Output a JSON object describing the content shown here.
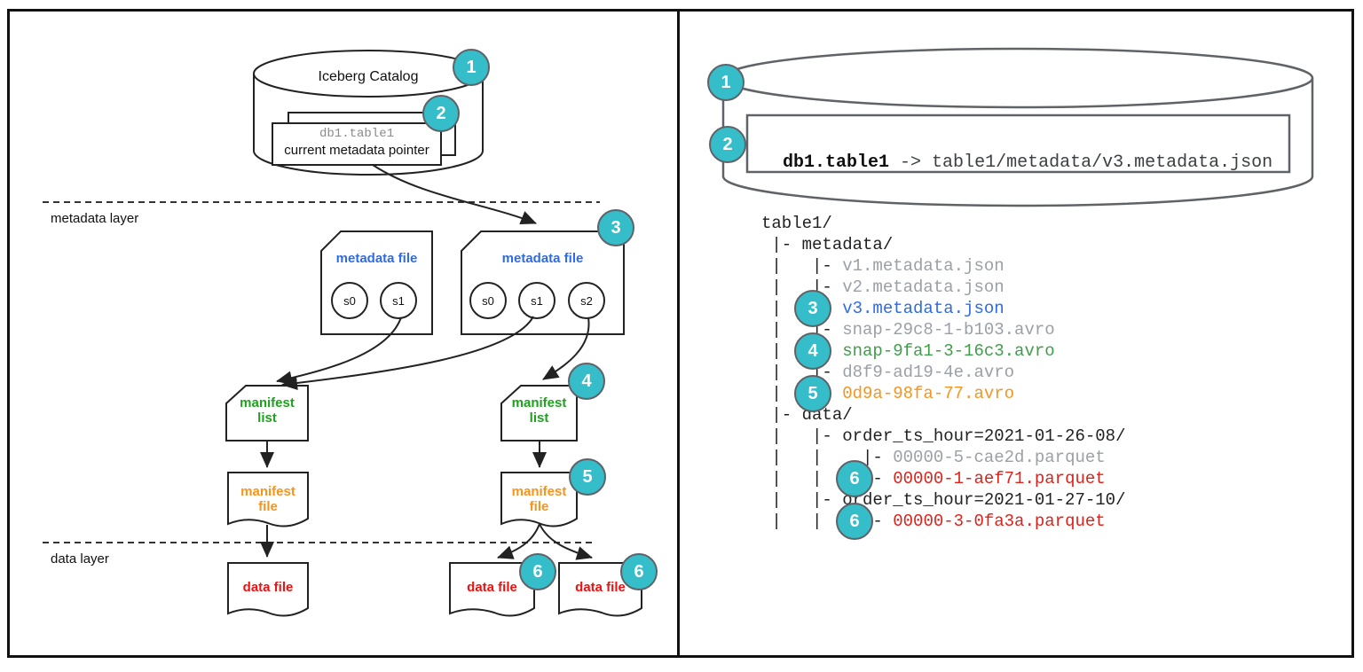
{
  "colors": {
    "badge": "#35bdc9",
    "blue": "#2e6be6",
    "green_label": "#1fa11f",
    "green_tree": "#3f9e4a",
    "orange": "#f7941d",
    "red_label": "#ee1111",
    "red_tree": "#e0211a",
    "gray_tree": "#9aa0a6",
    "gray_card": "#8a8a8a",
    "black": "#202124"
  },
  "left": {
    "catalog_label": "Iceberg Catalog",
    "card": {
      "table": "db1.table1",
      "pointer": "current metadata pointer"
    },
    "metadata_layer": "metadata layer",
    "data_layer": "data layer",
    "metadata_file_label": "metadata file",
    "snapshots_left": [
      "s0",
      "s1"
    ],
    "snapshots_right": [
      "s0",
      "s1",
      "s2"
    ],
    "manifest_list": [
      "manifest",
      "list"
    ],
    "manifest_file": [
      "manifest",
      "file"
    ],
    "data_file_label": "data file",
    "badges": {
      "catalog": "1",
      "pointer": "2",
      "metadata_file": "3",
      "manifest_list": "4",
      "manifest_file": "5",
      "data_file_left": "6",
      "data_file_right": "6"
    }
  },
  "right": {
    "mapping": {
      "table": "db1.table1",
      "target": " -> table1/metadata/v3.metadata.json"
    },
    "badges": {
      "catalog": "1",
      "pointer": "2",
      "v3": "3",
      "snap": "4",
      "manifest": "5",
      "parquet1": "6",
      "parquet2": "6"
    },
    "tree": {
      "lines": [
        {
          "prefix": "",
          "name": "table1/",
          "color": "#202124"
        },
        {
          "prefix": " |- ",
          "name": "metadata/",
          "color": "#202124"
        },
        {
          "prefix": " |   |- ",
          "name": "v1.metadata.json",
          "color": "#9aa0a6"
        },
        {
          "prefix": " |   |- ",
          "name": "v2.metadata.json",
          "color": "#9aa0a6"
        },
        {
          "prefix": " |   |- ",
          "name": "v3.metadata.json",
          "color": "#2e6be6"
        },
        {
          "prefix": " |   |- ",
          "name": "snap-29c8-1-b103.avro",
          "color": "#9aa0a6"
        },
        {
          "prefix": " |   |- ",
          "name": "snap-9fa1-3-16c3.avro",
          "color": "#3f9e4a"
        },
        {
          "prefix": " |   |- ",
          "name": "d8f9-ad19-4e.avro",
          "color": "#9aa0a6"
        },
        {
          "prefix": " |   |- ",
          "name": "0d9a-98fa-77.avro",
          "color": "#f7941d"
        },
        {
          "prefix": " |- ",
          "name": "data/",
          "color": "#202124"
        },
        {
          "prefix": " |   |- ",
          "name": "order_ts_hour=2021-01-26-08/",
          "color": "#202124"
        },
        {
          "prefix": " |   |    |- ",
          "name": "00000-5-cae2d.parquet",
          "color": "#9aa0a6"
        },
        {
          "prefix": " |   |    |- ",
          "name": "00000-1-aef71.parquet",
          "color": "#e0211a"
        },
        {
          "prefix": " |   |- ",
          "name": "order_ts_hour=2021-01-27-10/",
          "color": "#202124"
        },
        {
          "prefix": " |   |    |- ",
          "name": "00000-3-0fa3a.parquet",
          "color": "#e0211a"
        }
      ]
    }
  }
}
